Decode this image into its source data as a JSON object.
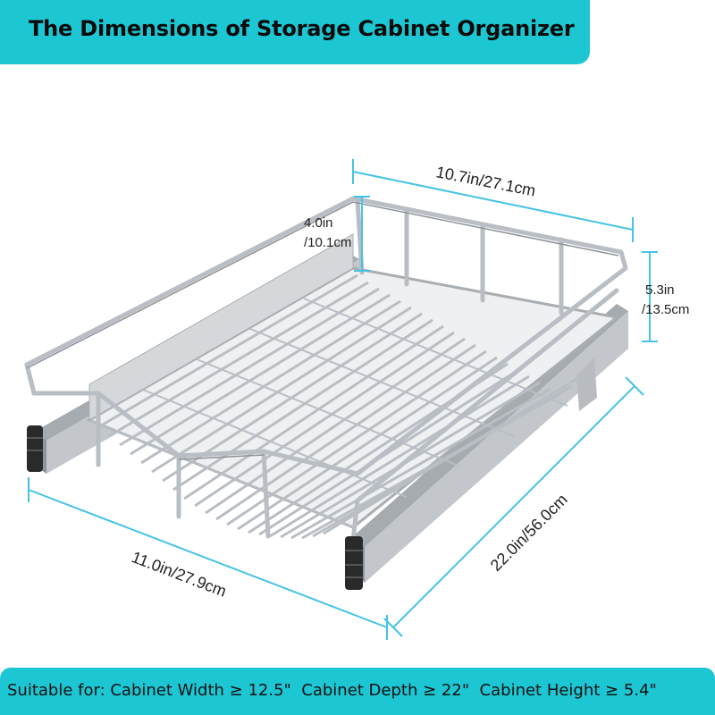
{
  "title": "The Dimensions of Storage Cabinet Organizer",
  "dimensions": {
    "width_top": "10.7in/27.1cm",
    "inner_height_1": "4.0in",
    "inner_height_2": "/10.1cm",
    "height_1": "5.3in",
    "height_2": "/13.5cm",
    "depth": "22.0in/56.0cm",
    "width_bottom": "11.0in/27.9cm"
  },
  "footer": "Suitable for: Cabinet Width ≥ 12.5\"  Cabinet Depth ≥ 22\"  Cabinet Height ≥ 5.4\"",
  "colors": {
    "accent": "#1dc6d3",
    "dimension_line": "#45c3e6",
    "wire": "#b9bec4",
    "rail": "#9ea3a8",
    "end_cap": "#2a2a2a"
  }
}
